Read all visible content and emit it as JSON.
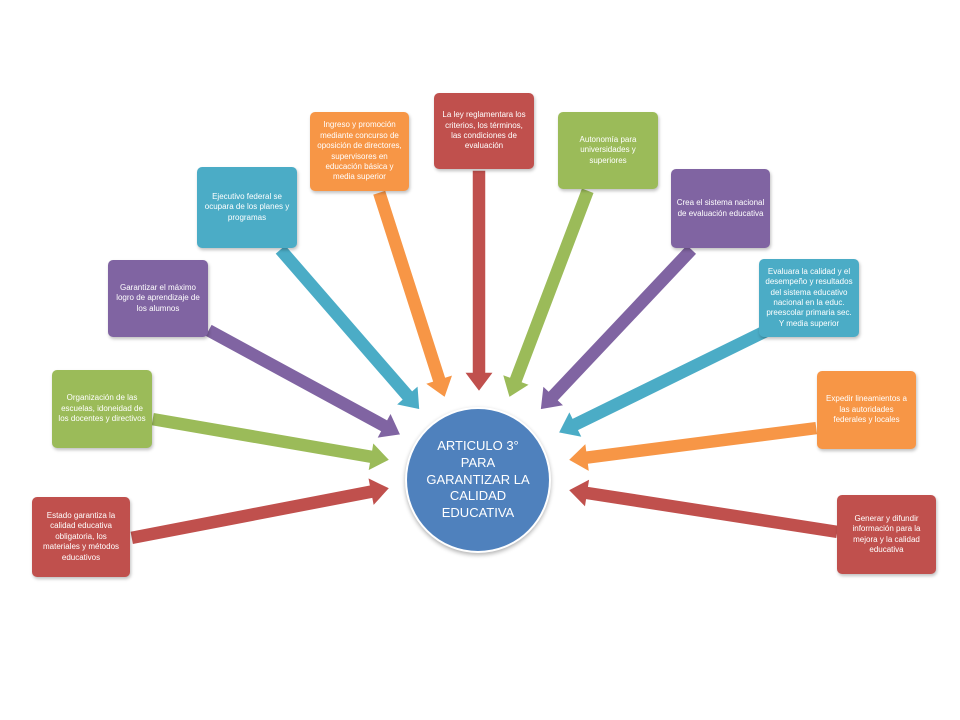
{
  "center": {
    "label": "ARTICULO 3° PARA GARANTIZAR LA CALIDAD EDUCATIVA",
    "color": "#4f81bd"
  },
  "items": [
    {
      "text": "Estado garantiza la calidad educativa obligatoria, los materiales y métodos educativos",
      "color": "#c0504d"
    },
    {
      "text": "Organización de las escuelas, idoneidad de los docentes y directivos",
      "color": "#9bbb59"
    },
    {
      "text": "Garantizar el máximo logro de aprendizaje de los alumnos",
      "color": "#8064a2"
    },
    {
      "text": "Ejecutivo federal se ocupara de los planes y programas",
      "color": "#4bacc6"
    },
    {
      "text": "Ingreso y promoción mediante concurso de oposición de directores, supervisores en educación básica y media superior",
      "color": "#f79646"
    },
    {
      "text": "La ley reglamentara los criterios, los términos, las condiciones de evaluación",
      "color": "#c0504d"
    },
    {
      "text": "Autonomía para universidades y superiores",
      "color": "#9bbb59"
    },
    {
      "text": "Crea el sistema nacional de evaluación educativa",
      "color": "#8064a2"
    },
    {
      "text": "Evaluara la calidad y el desempeño y resultados del sistema educativo nacional en la educ. preescolar primaria sec. Y media superior",
      "color": "#4bacc6"
    },
    {
      "text": "Expedir lineamientos a las autoridades federales y locales",
      "color": "#f79646"
    },
    {
      "text": "Generar y difundir información para la mejora y la calidad educativa",
      "color": "#c0504d"
    }
  ]
}
